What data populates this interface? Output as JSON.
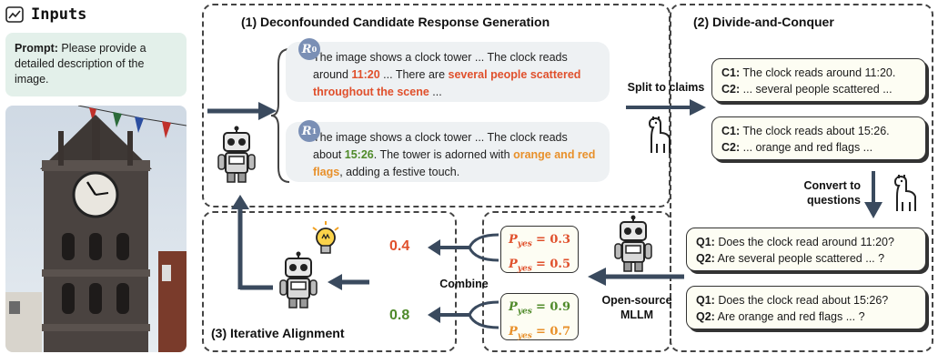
{
  "inputs": {
    "title": "Inputs",
    "prompt_label": "Prompt:",
    "prompt_text": "Please provide a detailed description of the image."
  },
  "section1": {
    "title": "(1) Deconfounded Candidate Response Generation",
    "r0": {
      "badge": "R",
      "sub": "0",
      "p1": "The image shows a clock tower ... The clock reads around ",
      "h1": "11:20",
      "p2": " ... There are ",
      "h2": "several people scattered throughout the scene",
      "p3": " ..."
    },
    "r1": {
      "badge": "R",
      "sub": "1",
      "p1": "The image shows a clock tower ... The clock reads about ",
      "h1": "15:26",
      "p2": ". The tower is adorned with ",
      "h2": "orange and red flags",
      "p3": ", adding a festive touch."
    }
  },
  "section2": {
    "title": "(2) Divide-and-Conquer",
    "split_label": "Split to claims",
    "convert_label_1": "Convert to",
    "convert_label_2": "questions",
    "claims_a": [
      {
        "k": "C1:",
        "v": " The clock reads around 11:20."
      },
      {
        "k": "C2:",
        "v": " ... several people scattered ..."
      }
    ],
    "claims_b": [
      {
        "k": "C1:",
        "v": " The clock reads about 15:26."
      },
      {
        "k": "C2:",
        "v": " ... orange and red flags ..."
      }
    ],
    "questions_a": [
      {
        "k": "Q1:",
        "v": " Does the clock read around 11:20?"
      },
      {
        "k": "Q2:",
        "v": " Are several people scattered ... ?"
      }
    ],
    "questions_b": [
      {
        "k": "Q1:",
        "v": " Does the clock read about 15:26?"
      },
      {
        "k": "Q2:",
        "v": " Are orange and red flags ... ?"
      }
    ]
  },
  "section3": {
    "title": "(3) Iterative Alignment",
    "combine_label": "Combine",
    "mllm_label_1": "Open-source",
    "mllm_label_2": "MLLM",
    "p_symbol": "P",
    "p_sub": "yes",
    "pa": [
      "= 0.3",
      "= 0.5"
    ],
    "pb": [
      "= 0.9",
      "= 0.7"
    ],
    "score_a": "0.4",
    "score_b": "0.8"
  },
  "colors": {
    "red": "#e0502c",
    "orange": "#e8902a",
    "green": "#4f8a2a",
    "badge": "#7a8fb5",
    "arrow": "#3a4a5e"
  }
}
